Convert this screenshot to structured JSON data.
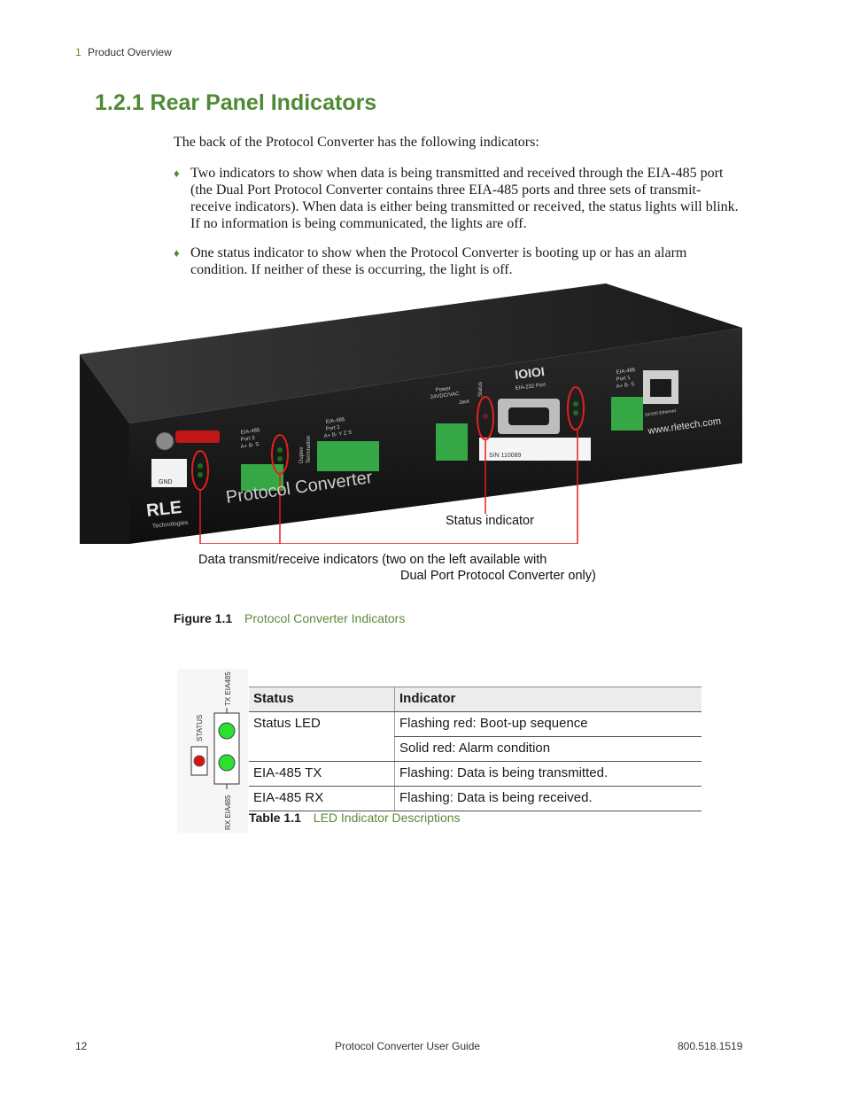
{
  "header": {
    "chapter_num": "1",
    "chapter_title": "Product Overview"
  },
  "section_title": "1.2.1 Rear Panel Indicators",
  "intro": "The back of the Protocol Converter has the following indicators:",
  "bullets": [
    "Two indicators to show when data is being transmitted and received through the EIA-485 port (the Dual Port Protocol Converter contains three EIA-485 ports and three sets of transmit-receive indicators). When data is either being transmitted or received, the status lights will blink. If no information is being communicated, the lights are off.",
    "One status indicator to show when the Protocol Converter is booting up or has an alarm condition. If neither of these is occurring, the light is off."
  ],
  "photo": {
    "brand": "RLE",
    "brand_sub": "Technologies",
    "product": "Protocol Converter",
    "url": "www.rletech.com",
    "logo": "IOIOI",
    "eia232": "EIA-232 Port",
    "power": "Power",
    "power_spec": "24VDC/VAC",
    "jack": "Jack",
    "status": "Status",
    "port1_a": "EIA-485",
    "port1_b": "Port 1",
    "port1_c": "A+ B- S",
    "port2_a": "EIA-485",
    "port2_b": "Port 2",
    "port2_c": "A+ B- Y Z S",
    "port3_a": "EIA-485",
    "port3_b": "Port 3",
    "port3_c": "A+ B- S",
    "duplex": "Duplex",
    "termination": "Termination",
    "ethernet": "10/100 Ethernet",
    "gnd": "GND",
    "serial": "S/N 110089"
  },
  "callouts": {
    "status": "Status indicator",
    "data_line1": "Data transmit/receive indicators (two on the left available with",
    "data_line2": "Dual Port Protocol Converter only)"
  },
  "figure_caption": {
    "label": "Figure 1.1",
    "title": "Protocol Converter Indicators"
  },
  "led_diagram": {
    "status": "STATUS",
    "tx": "TX EIA485",
    "rx": "RX EIA485"
  },
  "table": {
    "headers": [
      "Status",
      "Indicator"
    ],
    "rows": [
      [
        "Status LED",
        "Flashing red: Boot-up sequence"
      ],
      [
        "",
        "Solid red: Alarm condition"
      ],
      [
        "EIA-485 TX",
        "Flashing: Data is being transmitted."
      ],
      [
        "EIA-485 RX",
        "Flashing: Data is being received."
      ]
    ]
  },
  "table_caption": {
    "label": "Table 1.1",
    "title": "LED Indicator Descriptions"
  },
  "footer": {
    "page": "12",
    "center": "Protocol Converter User Guide",
    "phone": "800.518.1519"
  }
}
